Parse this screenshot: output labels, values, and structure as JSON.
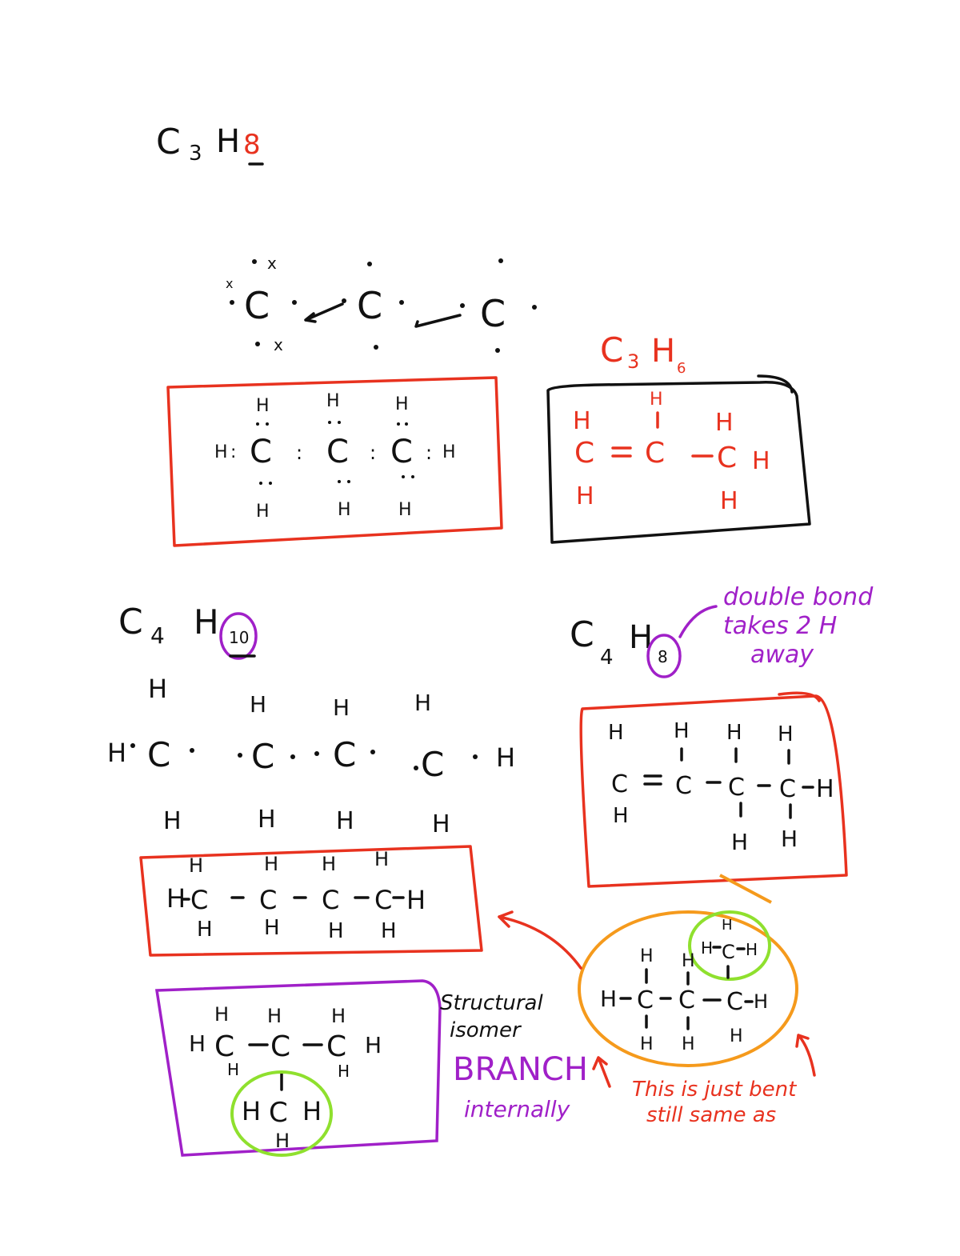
{
  "colors": {
    "ink": "#111111",
    "red": "#e8321f",
    "purple": "#a020c8",
    "green": "#8fe02e",
    "orange": "#f59a1c"
  },
  "header": {
    "formula_c": "C",
    "formula_c_sub": "3",
    "formula_h": "H",
    "formula_h_sub": "8"
  },
  "propene": {
    "formula_c": "C",
    "formula_c_sub": "3",
    "formula_h": "H",
    "formula_h_sub": "6"
  },
  "butane": {
    "formula_c": "C",
    "formula_c_sub": "4",
    "formula_h": "H",
    "formula_h_sub": "10"
  },
  "butene": {
    "formula_c": "C",
    "formula_c_sub": "4",
    "formula_h": "H",
    "formula_h_sub": "8",
    "note_line1": "double bond",
    "note_line2": "takes 2 H",
    "note_line3": "away"
  },
  "isomer_note": {
    "line1": "Structural",
    "line2": "isomer",
    "line3": "BRANCH",
    "line4": "internally"
  },
  "bent_note": {
    "line1": "This is just bent",
    "line2": "still same as"
  },
  "atoms": {
    "C": "C",
    "H": "H"
  }
}
